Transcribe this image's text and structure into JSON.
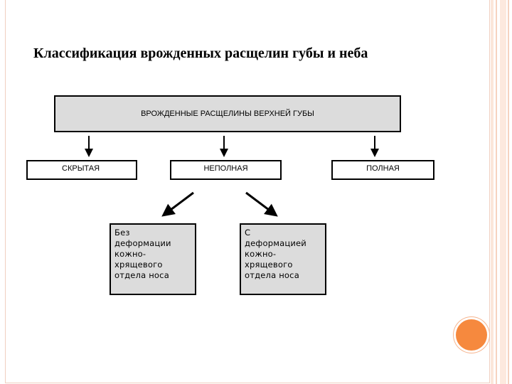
{
  "slide": {
    "title": "Классификация врожденных расщелин губы и неба"
  },
  "diagram": {
    "root": {
      "label": "ВРОЖДЕННЫЕ  РАСЩЕЛИНЫ ВЕРХНЕЙ ГУБЫ"
    },
    "types": [
      {
        "id": "hidden",
        "label": "СКРЫТАЯ"
      },
      {
        "id": "incomplete",
        "label": "НЕПОЛНАЯ"
      },
      {
        "id": "complete",
        "label": "ПОЛНАЯ"
      }
    ],
    "incomplete_subtypes": [
      {
        "id": "without",
        "label": "Без\nдеформации\nкожно-\nхрящевого\nотдела носа"
      },
      {
        "id": "with",
        "label": "С\nдеформацией\nкожно-\nхрящевого\nотдела  носа"
      }
    ]
  },
  "colors": {
    "box_fill": "#dcdcdc",
    "accent_circle": "#f6893e",
    "frame": "#f0cfc0"
  }
}
